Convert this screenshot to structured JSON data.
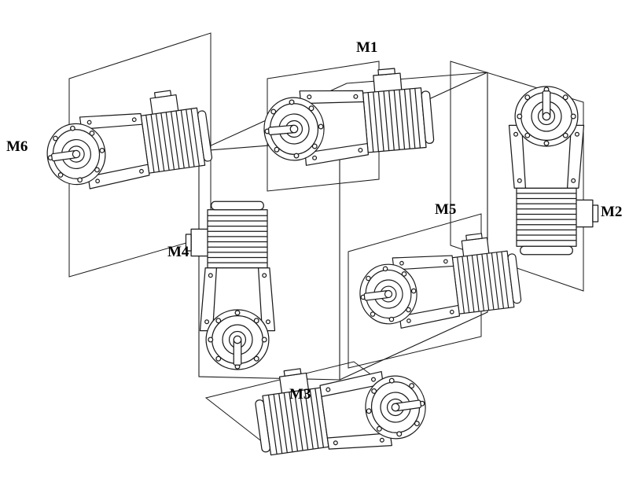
{
  "colors": {
    "background": "#ffffff",
    "line": "#1a1a1a",
    "label_text": "#000000"
  },
  "diagram": {
    "type": "gearmotor-mounting-positions",
    "labels": {
      "m1": "M1",
      "m2": "M2",
      "m3": "M3",
      "m4": "M4",
      "m5": "M5",
      "m6": "M6"
    }
  }
}
